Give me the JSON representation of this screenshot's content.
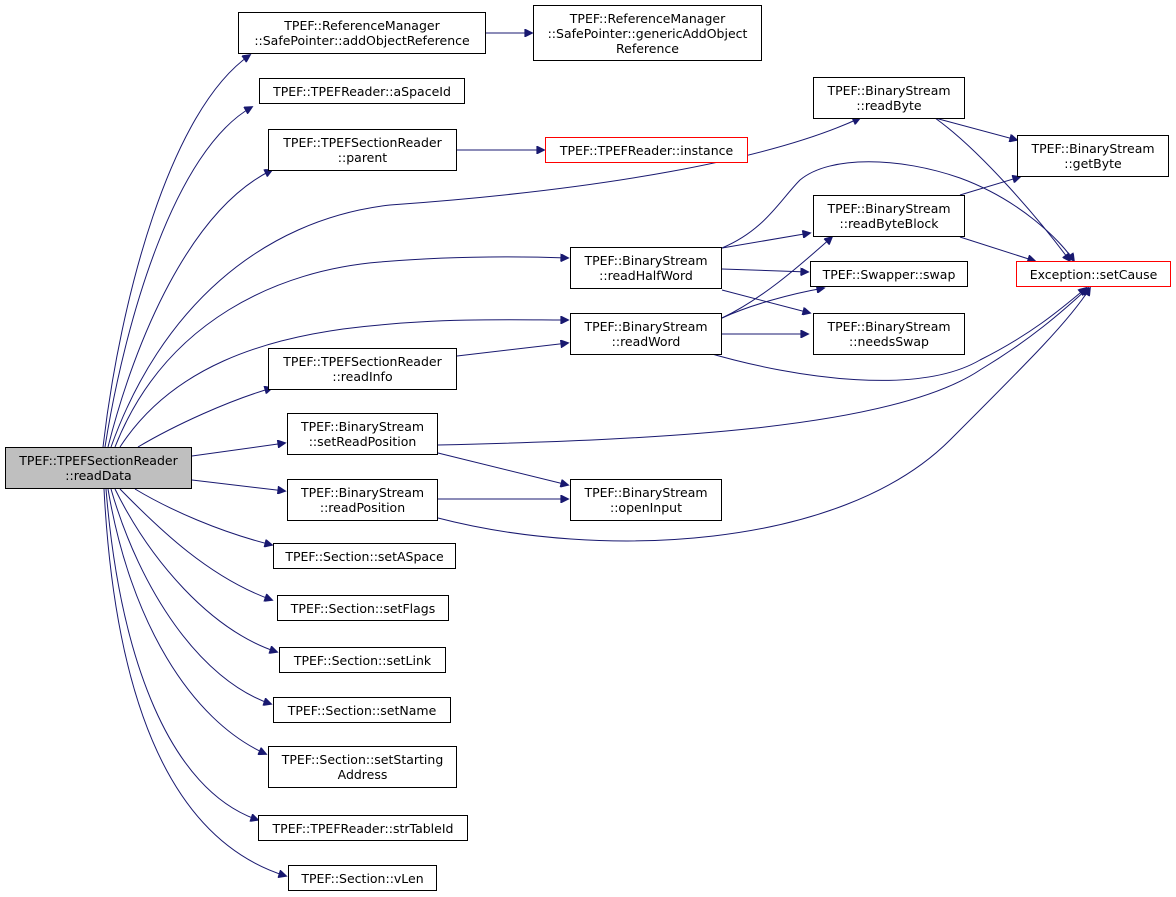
{
  "diagram": {
    "colors": {
      "edge": "#191970",
      "node_border": "#000000",
      "root_fill": "#bfbfbf",
      "incomplete_border": "#ff0000"
    },
    "nodes": {
      "root": [
        "TPEF::TPEFSectionReader",
        "::readData"
      ],
      "refmgr_add": [
        "TPEF::ReferenceManager",
        "::SafePointer::addObjectReference"
      ],
      "refmgr_generic": [
        "TPEF::ReferenceManager",
        "::SafePointer::genericAddObject",
        "Reference"
      ],
      "aspaceid": [
        "TPEF::TPEFReader::aSpaceId"
      ],
      "parent": [
        "TPEF::TPEFSectionReader",
        "::parent"
      ],
      "instance": [
        "TPEF::TPEFReader::instance"
      ],
      "readbyte": [
        "TPEF::BinaryStream",
        "::readByte"
      ],
      "getbyte": [
        "TPEF::BinaryStream",
        "::getByte"
      ],
      "readbyteblock": [
        "TPEF::BinaryStream",
        "::readByteBlock"
      ],
      "readhalfword": [
        "TPEF::BinaryStream",
        "::readHalfWord"
      ],
      "swap": [
        "TPEF::Swapper::swap"
      ],
      "setcause": [
        "Exception::setCause"
      ],
      "readword": [
        "TPEF::BinaryStream",
        "::readWord"
      ],
      "needsswap": [
        "TPEF::BinaryStream",
        "::needsSwap"
      ],
      "readinfo": [
        "TPEF::TPEFSectionReader",
        "::readInfo"
      ],
      "setreadposition": [
        "TPEF::BinaryStream",
        "::setReadPosition"
      ],
      "readposition": [
        "TPEF::BinaryStream",
        "::readPosition"
      ],
      "openinput": [
        "TPEF::BinaryStream",
        "::openInput"
      ],
      "setaspace": [
        "TPEF::Section::setASpace"
      ],
      "setflags": [
        "TPEF::Section::setFlags"
      ],
      "setlink": [
        "TPEF::Section::setLink"
      ],
      "setname": [
        "TPEF::Section::setName"
      ],
      "setstarting": [
        "TPEF::Section::setStarting",
        "Address"
      ],
      "strtableid": [
        "TPEF::TPEFReader::strTableId"
      ],
      "vlen": [
        "TPEF::Section::vLen"
      ]
    }
  }
}
